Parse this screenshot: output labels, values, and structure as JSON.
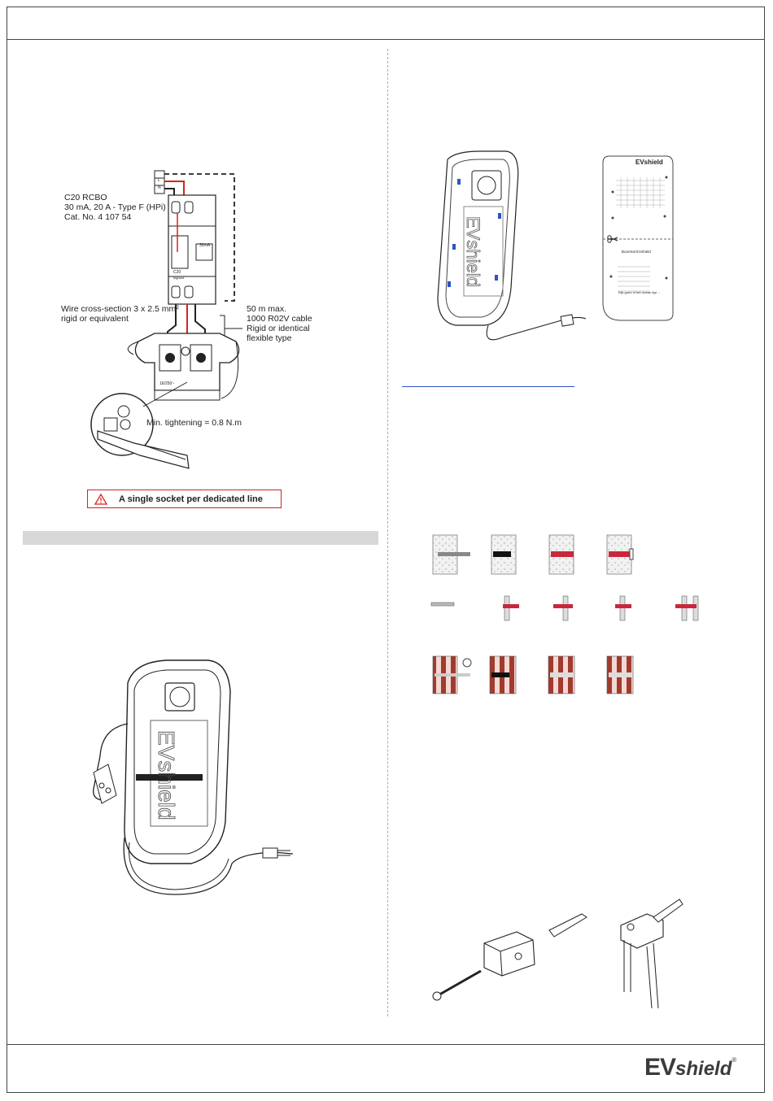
{
  "wiring": {
    "rcbo_line1": "C20 RCBO",
    "rcbo_line2": "30 mA, 20 A - Type F (HPi)",
    "rcbo_line3": "Cat. No. 4 107 54",
    "wire_line1": "Wire cross-section 3 x 2.5 mm²",
    "wire_line2": "rigid or equivalent",
    "cable_line1": "50 m max.",
    "cable_line2": "1000 R02V cable",
    "cable_line3": "Rigid or identical",
    "cable_line4": "flexible type",
    "tightening": "Min. tightening = 0.8 N.m",
    "breaker_ma": "30mA",
    "breaker_c20": "C20",
    "breaker_brand": "legrand",
    "terminal_l": "L",
    "terminal_n": "N",
    "socket_code": "16/250~"
  },
  "warning": {
    "text": "A single socket per dedicated line",
    "color": "#d62020"
  },
  "template_card": {
    "brand": "EVshield",
    "subtitle": "Boormal EVshield",
    "footer": "Kijk goed of het niveau ligt ..."
  },
  "footer": {
    "brand_ev": "EV",
    "brand_shield": "shield",
    "registered": "®"
  },
  "colors": {
    "accent_red": "#d62020",
    "wire_red": "#d9231c",
    "drill_red": "#c8283a",
    "brick_red": "#a33a2e",
    "link_blue": "#2a54c8",
    "grey_bar": "#d7d7d7"
  }
}
